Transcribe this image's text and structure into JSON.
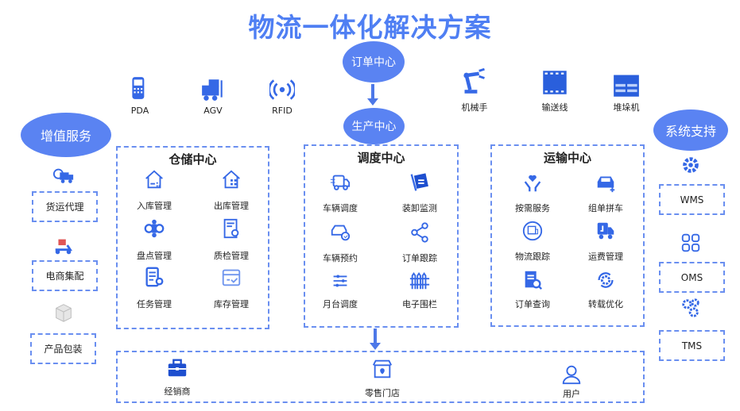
{
  "title": "物流一体化解决方案",
  "accent": "#4f7ff3",
  "order_center": "订单中心",
  "production_center": "生产中心",
  "value_added": "增值服务",
  "system_support": "系统支持",
  "devices_left": [
    {
      "label": "PDA",
      "icon": "pda-icon"
    },
    {
      "label": "AGV",
      "icon": "agv-icon"
    },
    {
      "label": "RFID",
      "icon": "rfid-icon"
    }
  ],
  "devices_right": [
    {
      "label": "机械手",
      "icon": "robot-arm-icon"
    },
    {
      "label": "输送线",
      "icon": "conveyor-icon"
    },
    {
      "label": "堆垛机",
      "icon": "stacker-icon"
    }
  ],
  "left_services": [
    {
      "label": "货运代理",
      "icon": "freight-truck-icon"
    },
    {
      "label": "电商集配",
      "icon": "delivery-scooter-icon"
    },
    {
      "label": "产品包装",
      "icon": "package-box-icon"
    }
  ],
  "right_systems": [
    {
      "label": "WMS",
      "icon": "gear-icon"
    },
    {
      "label": "OMS",
      "icon": "grid-icon"
    },
    {
      "label": "TMS",
      "icon": "gears-icon"
    }
  ],
  "warehouse": {
    "title": "仓储中心",
    "items": [
      {
        "label": "入库管理",
        "icon": "inbound-house-icon"
      },
      {
        "label": "出库管理",
        "icon": "outbound-house-icon"
      },
      {
        "label": "盘点管理",
        "icon": "inventory-nodes-icon"
      },
      {
        "label": "质检管理",
        "icon": "inspection-doc-icon"
      },
      {
        "label": "任务管理",
        "icon": "task-doc-icon"
      },
      {
        "label": "库存管理",
        "icon": "stock-box-icon"
      }
    ]
  },
  "dispatch": {
    "title": "调度中心",
    "items": [
      {
        "label": "车辆调度",
        "icon": "truck-dispatch-icon"
      },
      {
        "label": "装卸监测",
        "icon": "cart-icon"
      },
      {
        "label": "车辆预约",
        "icon": "car-check-icon"
      },
      {
        "label": "订单跟踪",
        "icon": "share-icon"
      },
      {
        "label": "月台调度",
        "icon": "sliders-icon"
      },
      {
        "label": "电子围栏",
        "icon": "fence-icon"
      }
    ]
  },
  "transport": {
    "title": "运输中心",
    "items": [
      {
        "label": "按需服务",
        "icon": "heart-hand-icon"
      },
      {
        "label": "组单拼车",
        "icon": "car-add-icon"
      },
      {
        "label": "物流跟踪",
        "icon": "truck-circle-icon"
      },
      {
        "label": "运费管理",
        "icon": "truck-fee-icon"
      },
      {
        "label": "订单查询",
        "icon": "doc-search-icon"
      },
      {
        "label": "转载优化",
        "icon": "gear-cycle-icon"
      }
    ]
  },
  "bottom": [
    {
      "label": "经销商",
      "icon": "briefcase-icon"
    },
    {
      "label": "零售门店",
      "icon": "store-icon"
    },
    {
      "label": "用户",
      "icon": "user-icon"
    }
  ]
}
